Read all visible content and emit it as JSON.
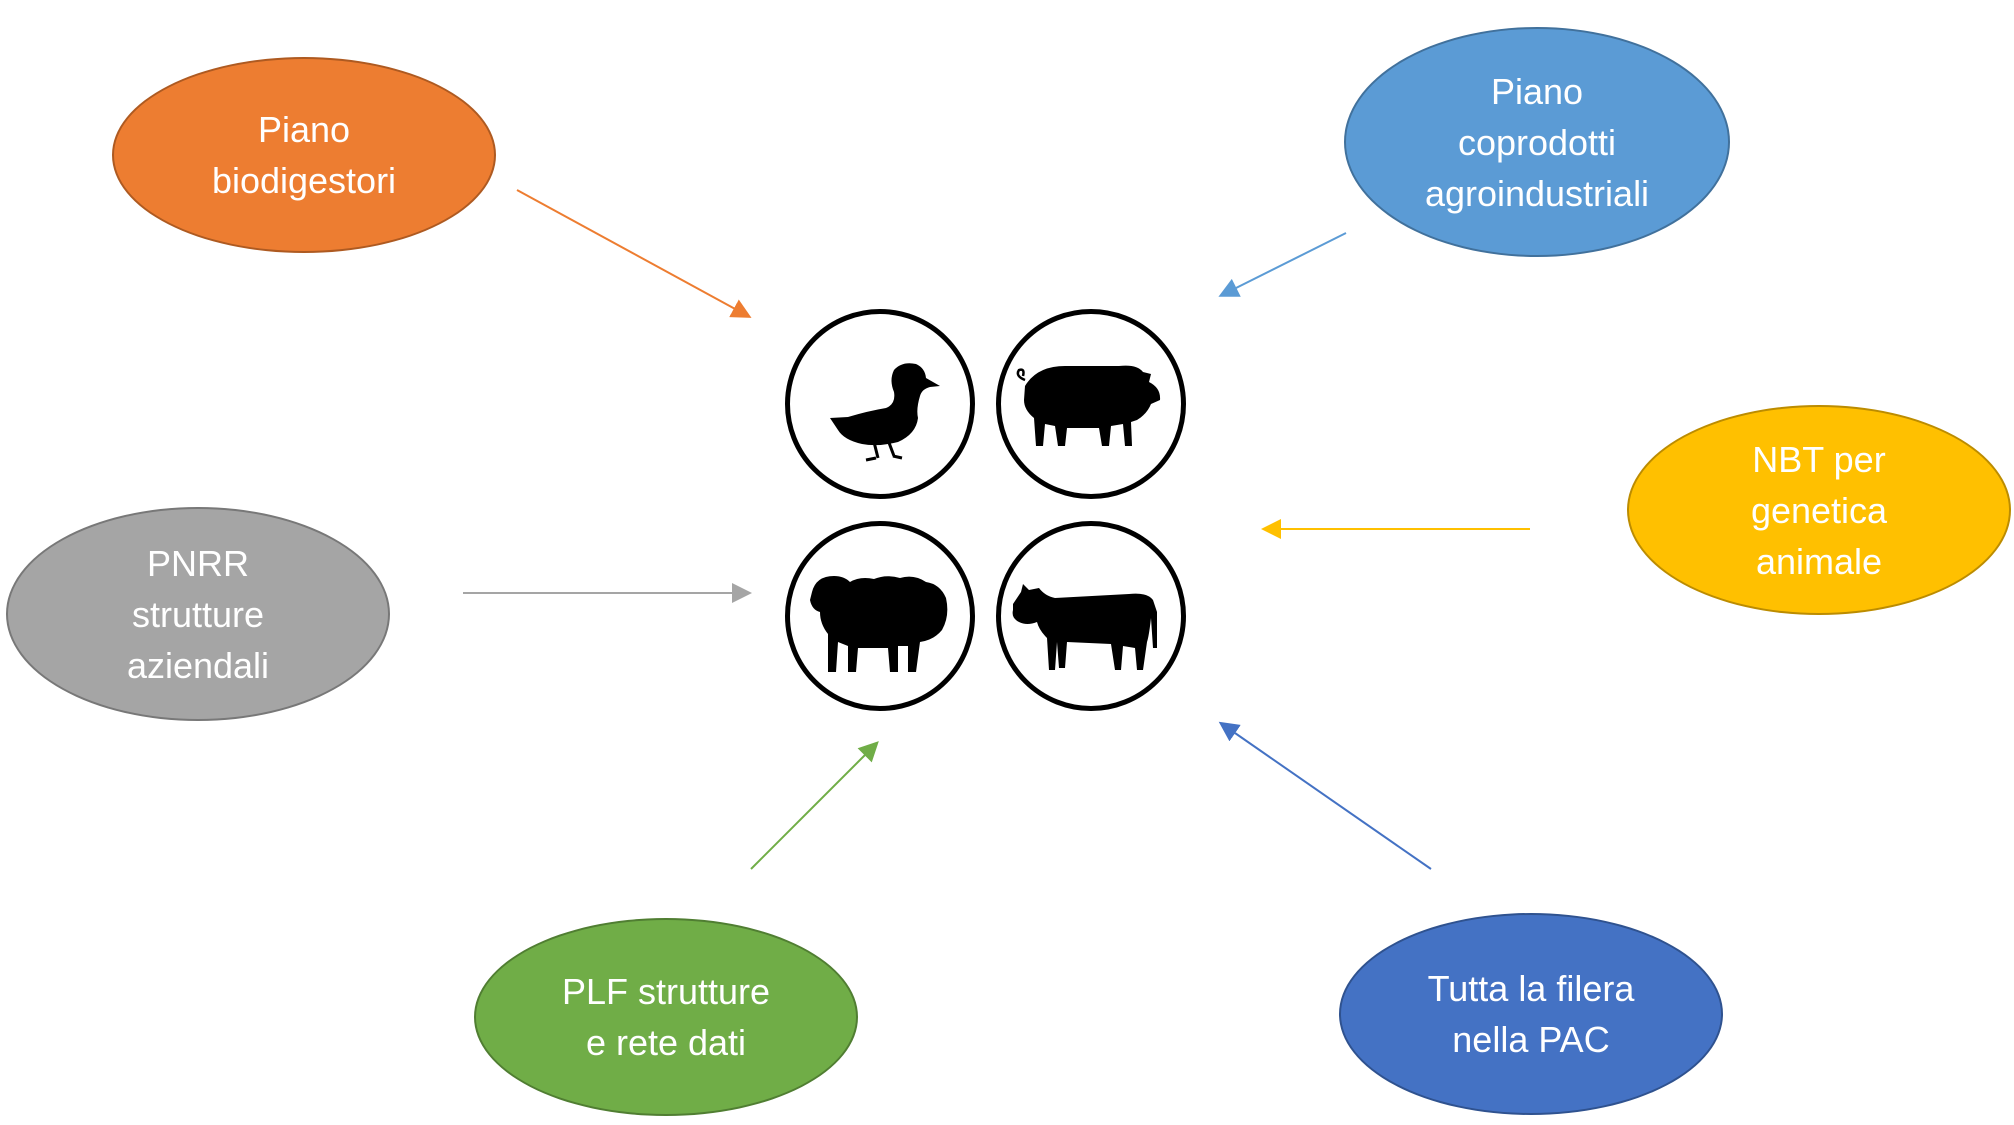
{
  "bubbles": {
    "biodigestori": {
      "label": "Piano\nbiodigestori",
      "color": "#ed7d31"
    },
    "coprodotti": {
      "label": "Piano\ncoprodotti\nagroindustriali",
      "color": "#5b9bd5"
    },
    "pnrr": {
      "label": "PNRR\nstrutture\naziendali",
      "color": "#a5a5a5"
    },
    "nbt": {
      "label": "NBT per\ngenetica\nanimale",
      "color": "#ffc000"
    },
    "plf": {
      "label": "PLF strutture\ne  rete dati",
      "color": "#70ad47"
    },
    "filiera": {
      "label": "Tutta la filera\nnella PAC",
      "color": "#4472c4"
    }
  },
  "animals": {
    "icons": [
      "duck-icon",
      "pig-icon",
      "sheep-icon",
      "cow-icon"
    ]
  }
}
